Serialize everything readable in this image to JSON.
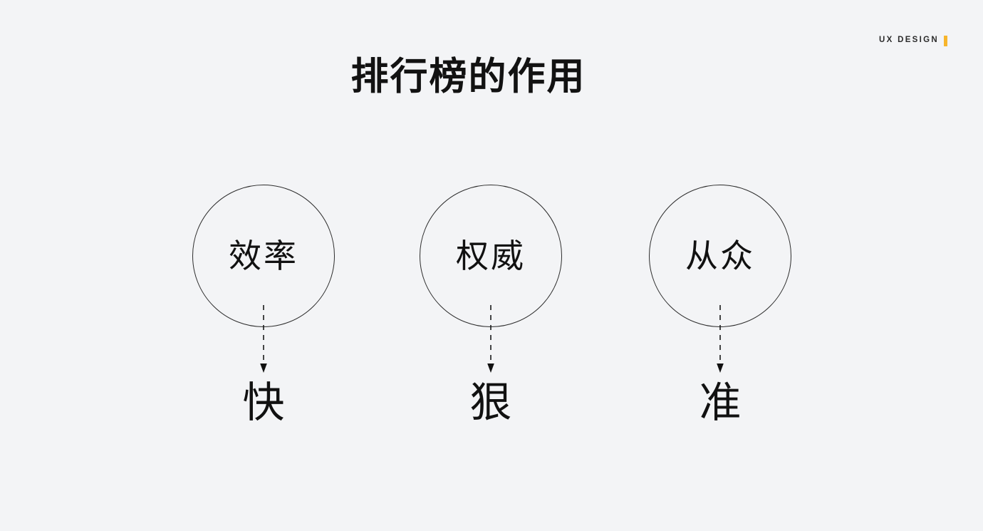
{
  "slide": {
    "background_color": "#f3f4f6",
    "title": "排行榜的作用"
  },
  "brand": {
    "text": "UX DESIGN",
    "accent_color": "#f7b52c"
  },
  "diagram": {
    "type": "three-node-flow",
    "connector_style": "dashed-arrow-down",
    "nodes": [
      {
        "cause": "效率",
        "effect": "快"
      },
      {
        "cause": "权威",
        "effect": "狠"
      },
      {
        "cause": "从众",
        "effect": "准"
      }
    ]
  }
}
